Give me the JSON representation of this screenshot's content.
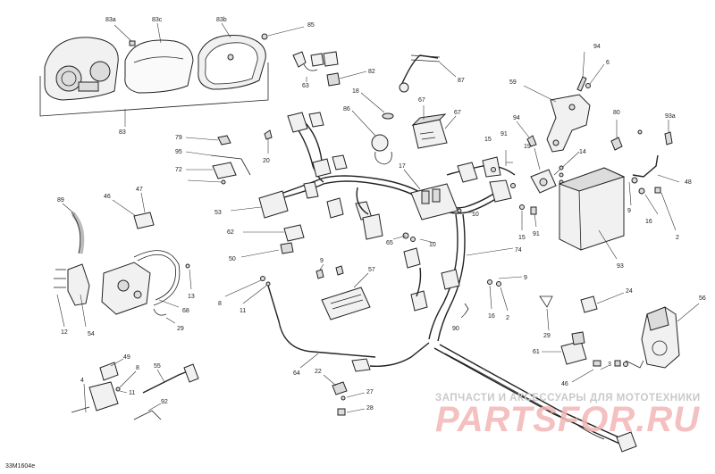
{
  "diagram": {
    "code": "33M1604e",
    "watermark_top": "ЗАПЧАСТИ И АКСЕССУАРЫ ДЛЯ МОТОТЕХНИКИ",
    "watermark_main": "PARTSFOR.RU",
    "callouts": {
      "c83a": "83a",
      "c83c": "83c",
      "c83b": "83b",
      "c85": "85",
      "c83": "83",
      "c82": "82",
      "c87": "87",
      "c63": "63",
      "c18": "18",
      "c86": "86",
      "c67a": "67",
      "c67b": "67",
      "c94a": "94",
      "c6": "6",
      "c59": "59",
      "c79": "79",
      "c95": "95",
      "c72": "72",
      "c20": "20",
      "c17": "17",
      "c15a": "15",
      "c91a": "91",
      "c19": "19",
      "c94b": "94",
      "c80": "80",
      "c93a": "93a",
      "c14": "14",
      "c48": "48",
      "c89": "89",
      "c46a": "46",
      "c47": "47",
      "c53": "53",
      "c62": "62",
      "c50": "50",
      "c65": "65",
      "c10a": "10",
      "c10b": "10",
      "c15b": "15",
      "c91b": "91",
      "c9a": "9",
      "c16a": "16",
      "c2a": "2",
      "c93": "93",
      "c74": "74",
      "c9b": "9",
      "c57": "57",
      "c9c": "9",
      "c8a": "8",
      "c11a": "11",
      "c13": "13",
      "c12": "12",
      "c54": "54",
      "c68": "68",
      "c29a": "29",
      "c16b": "16",
      "c2b": "2",
      "c90": "90",
      "c24": "24",
      "c56": "56",
      "c29b": "29",
      "c61": "61",
      "c3": "3",
      "c46b": "46",
      "c64": "64",
      "c49": "49",
      "c8b": "8",
      "c55": "55",
      "c4": "4",
      "c11b": "11",
      "c92": "92",
      "c22": "22",
      "c27": "27",
      "c28": "28"
    }
  }
}
